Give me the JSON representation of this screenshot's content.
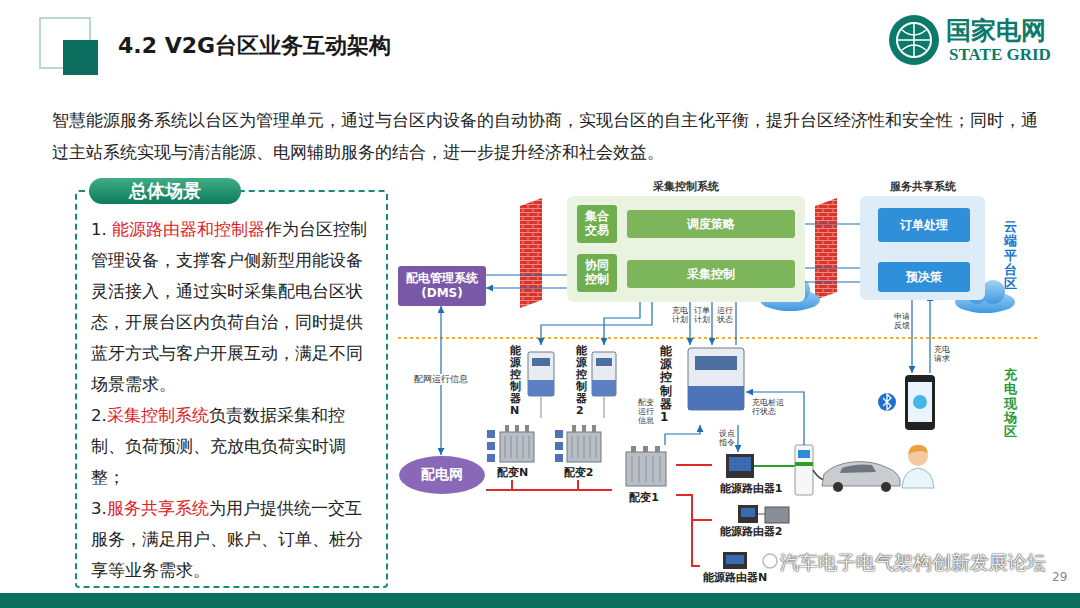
{
  "diagram": {
    "title": "4.2 V2G台区业务互动架构",
    "nodes": [
      {
        "text": [
          "总体场景",
          "1.",
          "能源路由器和控制器",
          "作为台区控制管理设备，支撑客户侧新型用能设备灵活接入，通过实时采集配电台区状态，开展台区内负荷自治，同时提供蓝牙方式与客户开展互动，满足不同场景需求。",
          "2.",
          "采集控制系统",
          "负责数据采集和控制、负荷预测、充放电负荷实时调整；",
          "3.",
          "服务共享系统",
          "为用户提供统一交互服务，满足用户、账户、订单、桩分享等业务需求。"
        ]
      },
      {
        "text": [
          "采集控制系统"
        ]
      },
      {
        "text": [
          "集合交易"
        ],
        "in": 1
      },
      {
        "text": [
          "调度策略"
        ],
        "in": 1
      },
      {
        "text": [
          "协同控制"
        ],
        "in": 1
      },
      {
        "text": [
          "采集控制"
        ],
        "in": 1
      },
      {
        "text": [
          "服务共享系统"
        ]
      },
      {
        "text": [
          "订单处理"
        ],
        "in": 6
      },
      {
        "text": [
          "预决策"
        ],
        "in": 6
      },
      {
        "text": [
          "配电管理系统 (DMS)"
        ]
      },
      {
        "text": [
          "配电网"
        ]
      },
      {
        "text": [
          "能源控制器N"
        ]
      },
      {
        "text": [
          "能源控制器2"
        ]
      },
      {
        "text": [
          "能源控制器1"
        ]
      },
      {
        "text": [
          "配变N"
        ]
      },
      {
        "text": [
          "配变2"
        ]
      },
      {
        "text": [
          "配变1"
        ]
      },
      {
        "text": [
          "能源路由器1"
        ]
      },
      {
        "text": [
          "能源路由器2"
        ]
      },
      {
        "text": [
          "能源路由器N"
        ]
      }
    ],
    "edges": [
      {
        "from": 9,
        "to": 4,
        "arrow": "to"
      },
      {
        "from": 4,
        "to": 9,
        "arrow": "to"
      },
      {
        "from": 5,
        "to": 8,
        "arrow": "to"
      },
      {
        "from": 8,
        "to": 5,
        "arrow": "to"
      },
      {
        "from": 3,
        "to": 7,
        "arrow": "both"
      },
      {
        "from": 7,
        "to": 8,
        "arrow": "to"
      },
      {
        "from": 9,
        "to": 10,
        "arrow": "both",
        "label": "配网运行信息"
      },
      {
        "from": 5,
        "to": 13,
        "arrow": "to",
        "label": "充电计划"
      },
      {
        "from": 5,
        "to": 13,
        "arrow": "to",
        "label": "订单计划"
      },
      {
        "from": 13,
        "to": 5,
        "arrow": "to",
        "label": "运行状态"
      },
      {
        "from": 12,
        "to": 5,
        "arrow": "both"
      },
      {
        "from": 11,
        "to": 5,
        "arrow": "both"
      },
      {
        "from": 16,
        "to": 13,
        "arrow": "to",
        "label": "配变运行信息"
      },
      {
        "from": 13,
        "to": 17,
        "arrow": "to",
        "label": "设点指令"
      },
      {
        "from": 10,
        "to": 14,
        "arrow": "none"
      },
      {
        "from": 10,
        "to": 15,
        "arrow": "none"
      },
      {
        "from": 10,
        "to": 16,
        "arrow": "none"
      },
      {
        "from": 16,
        "to": 17,
        "arrow": "none"
      },
      {
        "from": 16,
        "to": 18,
        "arrow": "none"
      },
      {
        "from": 16,
        "to": 19,
        "arrow": "none"
      }
    ],
    "labels": [
      "国家电网",
      "STATE GRID",
      "智慧能源服务系统以台区为管理单元，通过与台区内设备的自动协商，实现台区的自主化平衡，提升台区经济性和安全性；同时，通过主站系统实现与清洁能源、电网辅助服务的结合，进一步提升经济和社会效益。",
      "云端平台区",
      "充电现场区",
      "充电桩运行状态",
      "申请反馈",
      "充电请求",
      "汽车电子电气架构创新发展论坛",
      "29"
    ]
  }
}
